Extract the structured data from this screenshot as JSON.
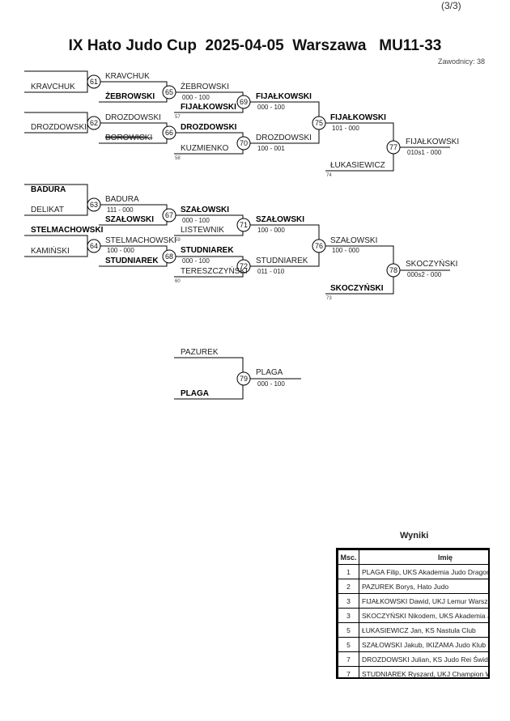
{
  "header": {
    "page": "(3/3)",
    "title": "IX Hato Judo Cup  2025-04-05  Warszawa   MU11-33",
    "participants": "Zawodnicy: 38"
  },
  "bracket": {
    "names": [
      "KRAVCHUK",
      "KRAVCHUK",
      "ŻEBROWSKI",
      "ŻEBROWSKI",
      "FIJAŁKOWSKI",
      "DROZDOWSKI",
      "DROZDOWSKI",
      "BOROWICKI",
      "DROZDOWSKI",
      "KUZMIENKO",
      "FIJAŁKOWSKI",
      "DROZDOWSKI",
      "FIJAŁKOWSKI",
      "ŁUKASIEWICZ",
      "FIJAŁKOWSKI",
      "BADURA",
      "DELIKAT",
      "BADURA",
      "SZAŁOWSKI",
      "STELMACHOWSKI",
      "KAMIŃSKI",
      "STELMACHOWSKI",
      "STUDNIAREK",
      "SZAŁOWSKI",
      "LISTEWNIK",
      "STUDNIAREK",
      "TERESZCZYŃSKI",
      "SZAŁOWSKI",
      "STUDNIAREK",
      "SZAŁOWSKI",
      "SKOCZYŃSKI",
      "SKOCZYŃSKI",
      "PAZUREK",
      "PLAGA",
      "PLAGA"
    ],
    "scores": [
      "000 - 100",
      "000 - 100",
      "101 - 000",
      "100 - 001",
      "010s1 - 000",
      "111 - 000",
      "000 - 100",
      "100 - 000",
      "000 - 100",
      "100 - 000",
      "011 - 010",
      "100 - 000",
      "000s2 - 000",
      "000 - 100"
    ],
    "small": [
      "57",
      "58",
      "74",
      "59",
      "60",
      "73"
    ],
    "matches": [
      "61",
      "62",
      "65",
      "66",
      "69",
      "70",
      "75",
      "77",
      "63",
      "64",
      "67",
      "68",
      "71",
      "72",
      "76",
      "78",
      "79"
    ]
  },
  "results": {
    "title": "Wyniki",
    "headers": [
      "Msc.",
      "Imię"
    ],
    "rows": [
      {
        "place": "1",
        "name": "PLAGA Filip, UKS Akademia Judo Dragon"
      },
      {
        "place": "2",
        "name": "PAZUREK Borys, Hato Judo"
      },
      {
        "place": "3",
        "name": "FIJAŁKOWSKI Dawid, UKJ Lemur Warszawa"
      },
      {
        "place": "3",
        "name": "SKOCZYŃSKI Nikodem, UKS Akademia Judo"
      },
      {
        "place": "5",
        "name": "ŁUKASIEWICZ Jan, KS Nastula Club"
      },
      {
        "place": "5",
        "name": "SZAŁOWSKI Jakub, IKIZAMA Judo Klub Pia"
      },
      {
        "place": "7",
        "name": "DROZDOWSKI Julian, KS Judo Rei Świdnik"
      },
      {
        "place": "7",
        "name": "STUDNIAREK Ryszard, UKJ Champion Wars"
      }
    ]
  }
}
